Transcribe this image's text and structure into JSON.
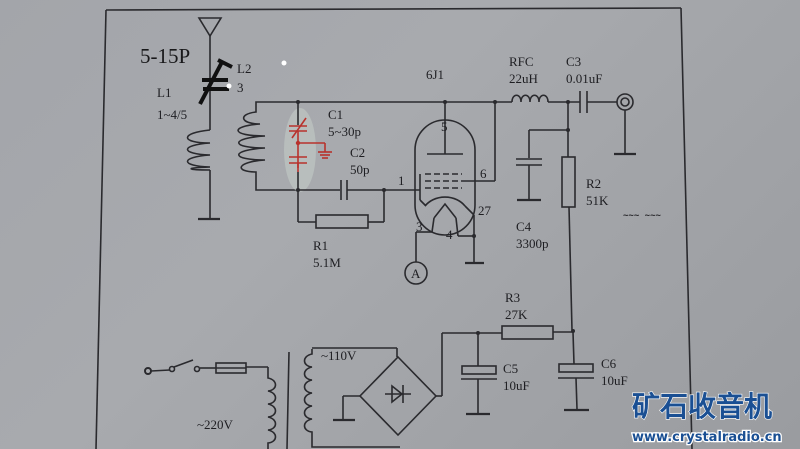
{
  "diagram": {
    "title": "6J1 single-tube regenerative receiver / oscillator schematic",
    "antenna_capacitor": "5-15P",
    "components": {
      "L1": {
        "name": "L1",
        "value": "1~4/5"
      },
      "L2": {
        "name": "L2",
        "value": "3"
      },
      "C1": {
        "name": "C1",
        "value": "5~30p"
      },
      "C2": {
        "name": "C2",
        "value": "50p"
      },
      "R1": {
        "name": "R1",
        "value": "5.1M"
      },
      "tube": {
        "name": "6J1"
      },
      "RFC": {
        "name": "RFC",
        "value": "22uH"
      },
      "C3": {
        "name": "C3",
        "value": "0.01uF"
      },
      "R2": {
        "name": "R2",
        "value": "51K"
      },
      "C4": {
        "name": "C4",
        "value": "3300p"
      },
      "R3": {
        "name": "R3",
        "value": "27K"
      },
      "C5": {
        "name": "C5",
        "value": "10uF"
      },
      "C6": {
        "name": "C6",
        "value": "10uF"
      }
    },
    "tube_pins": {
      "p1": "1",
      "p3": "3",
      "p4": "4",
      "p5": "5",
      "p6": "6",
      "p27": "27"
    },
    "ammeter": "A",
    "mains_voltage": "~220V",
    "secondary_voltage": "~110V",
    "scribble_note": "~~~ ~~~"
  },
  "watermark": {
    "title": "矿石收音机",
    "url": "www.crystalradio.cn"
  },
  "colors": {
    "background": "#a3a5aa",
    "ink": "#2a2a2e",
    "edit_red": "#b8322c",
    "logo_blue": "#1a4f93"
  }
}
